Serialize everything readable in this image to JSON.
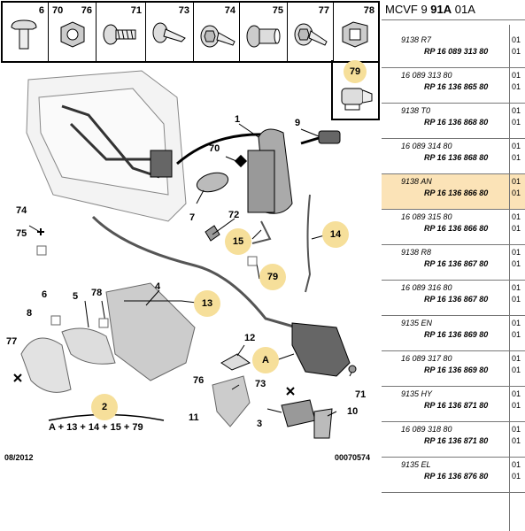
{
  "strip": [
    {
      "num": "6",
      "icon": "push-rivet-icon"
    },
    {
      "num": "70",
      "icon": "hex-nut-icon"
    },
    {
      "num": "76",
      "icon": "hex-nut-icon"
    },
    {
      "num": "71",
      "icon": "socket-screw-icon"
    },
    {
      "num": "73",
      "icon": "torx-screw-icon"
    },
    {
      "num": "74",
      "icon": "flange-screw-icon"
    },
    {
      "num": "75",
      "icon": "rivet-nut-icon"
    },
    {
      "num": "77",
      "icon": "flange-screw-icon"
    },
    {
      "num": "78",
      "icon": "clip-nut-icon"
    }
  ],
  "box_label": "79",
  "diagram": {
    "labels": [
      "1",
      "9",
      "70",
      "7",
      "72",
      "15",
      "14",
      "79",
      "74",
      "75",
      "6",
      "5",
      "78",
      "4",
      "13",
      "8",
      "77",
      "2",
      "12",
      "A",
      "76",
      "73",
      "11",
      "3",
      "10",
      "71"
    ],
    "formula": "A + 13 + 14 + 15 + 79",
    "date": "08/2012",
    "doc_number": "00070574"
  },
  "panel": {
    "title_pre": "MCVF 9 ",
    "title_bold": "91A",
    "title_post": " 01A",
    "rows": [
      {
        "code": "9138 R7",
        "ref": "RP 16 089 313 80",
        "q1": "01",
        "q2": "01",
        "highlight": false
      },
      {
        "code": "16 089 313 80",
        "ref": "RP 16 136 865 80",
        "q1": "01",
        "q2": "01",
        "highlight": false
      },
      {
        "code": "9138 T0",
        "ref": "RP 16 136 868 80",
        "q1": "01",
        "q2": "01",
        "highlight": false
      },
      {
        "code": "16 089 314 80",
        "ref": "RP 16 136 868 80",
        "q1": "01",
        "q2": "01",
        "highlight": false
      },
      {
        "code": "9138 AN",
        "ref": "RP 16 136 866 80",
        "q1": "01",
        "q2": "01",
        "highlight": true
      },
      {
        "code": "16 089 315 80",
        "ref": "RP 16 136 866 80",
        "q1": "01",
        "q2": "01",
        "highlight": false
      },
      {
        "code": "9138 R8",
        "ref": "RP 16 136 867 80",
        "q1": "01",
        "q2": "01",
        "highlight": false
      },
      {
        "code": "16 089 316 80",
        "ref": "RP 16 136 867 80",
        "q1": "01",
        "q2": "01",
        "highlight": false
      },
      {
        "code": "9135 EN",
        "ref": "RP 16 136 869 80",
        "q1": "01",
        "q2": "01",
        "highlight": false
      },
      {
        "code": "16 089 317 80",
        "ref": "RP 16 136 869 80",
        "q1": "01",
        "q2": "01",
        "highlight": false
      },
      {
        "code": "9135 HY",
        "ref": "RP 16 136 871 80",
        "q1": "01",
        "q2": "01",
        "highlight": false
      },
      {
        "code": "16 089 318 80",
        "ref": "RP 16 136 871 80",
        "q1": "01",
        "q2": "01",
        "highlight": false
      },
      {
        "code": "9135 EL",
        "ref": "RP 16 136 876 80",
        "q1": "01",
        "q2": "01",
        "highlight": false
      }
    ]
  }
}
